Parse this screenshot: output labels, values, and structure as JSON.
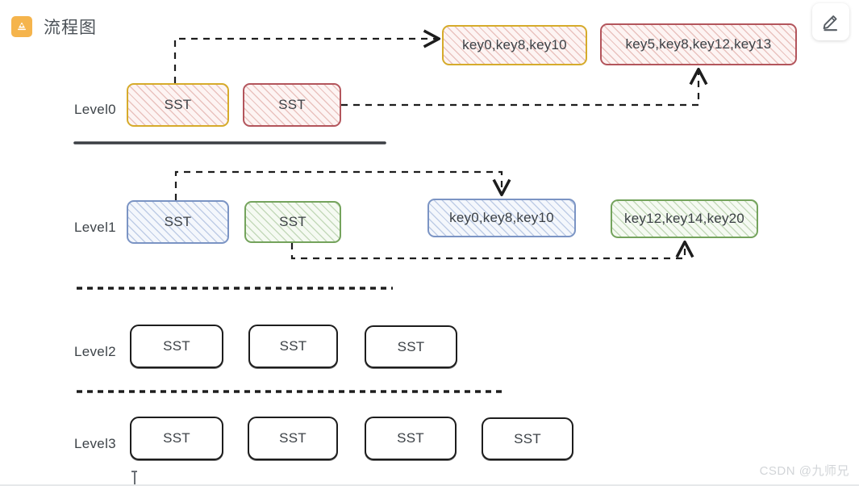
{
  "header": {
    "title": "流程图",
    "doc_icon": "flowchart-icon",
    "edit_icon": "pencil-edit-icon"
  },
  "watermark": "CSDN @九师兄",
  "colors": {
    "yellow": "#d6ab2b",
    "red": "#b3555c",
    "blue": "#7b94c4",
    "green": "#74a35c",
    "black": "#1d1d1d",
    "accent_orange": "#f5b44c"
  },
  "diagram": {
    "levels": [
      {
        "label": "Level0",
        "sst_boxes": [
          {
            "text": "SST",
            "style": "yellow"
          },
          {
            "text": "SST",
            "style": "red"
          }
        ],
        "key_boxes": [
          {
            "text": "key0,key8,key10",
            "style": "yellow"
          },
          {
            "text": "key5,key8,key12,key13",
            "style": "red"
          }
        ],
        "separator": "solid"
      },
      {
        "label": "Level1",
        "sst_boxes": [
          {
            "text": "SST",
            "style": "blue"
          },
          {
            "text": "SST",
            "style": "green"
          }
        ],
        "key_boxes": [
          {
            "text": "key0,key8,key10",
            "style": "blue"
          },
          {
            "text": "key12,key14,key20",
            "style": "green"
          }
        ],
        "separator": "dashed"
      },
      {
        "label": "Level2",
        "sst_boxes": [
          {
            "text": "SST",
            "style": "plain"
          },
          {
            "text": "SST",
            "style": "plain"
          },
          {
            "text": "SST",
            "style": "plain"
          }
        ],
        "key_boxes": [],
        "separator": "dashed"
      },
      {
        "label": "Level3",
        "sst_boxes": [
          {
            "text": "SST",
            "style": "plain"
          },
          {
            "text": "SST",
            "style": "plain"
          },
          {
            "text": "SST",
            "style": "plain"
          },
          {
            "text": "SST",
            "style": "plain"
          }
        ],
        "key_boxes": [],
        "separator": "none"
      }
    ],
    "connectors": [
      {
        "from": "level0-sst-1",
        "to": "level0-key-1",
        "route": "up-right",
        "arrow": "right"
      },
      {
        "from": "level0-sst-2",
        "to": "level0-key-2",
        "route": "right-up",
        "arrow": "up"
      },
      {
        "from": "level1-sst-1",
        "to": "level1-key-1",
        "route": "up-right-down",
        "arrow": "down"
      },
      {
        "from": "level1-sst-2",
        "to": "level1-key-2",
        "route": "down-right-up",
        "arrow": "up"
      }
    ]
  }
}
